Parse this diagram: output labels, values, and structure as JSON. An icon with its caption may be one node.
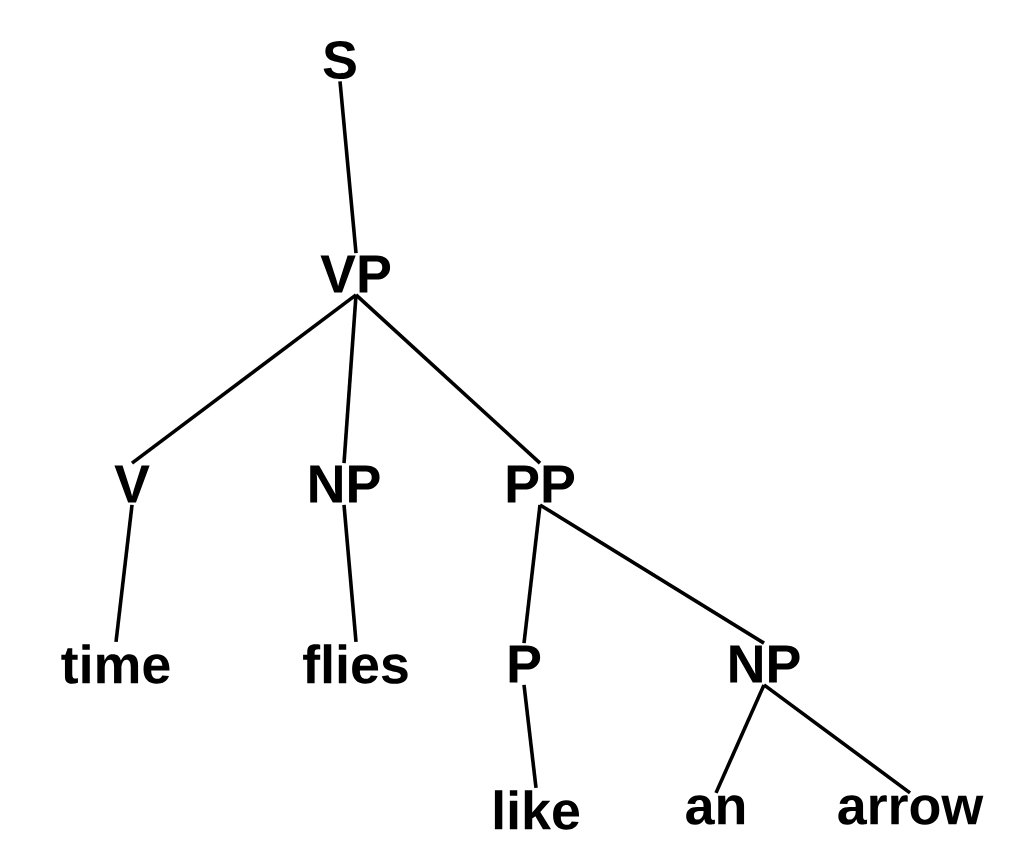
{
  "diagram": {
    "nodes": [
      {
        "text": [
          "S"
        ]
      },
      {
        "text": [
          "VP"
        ]
      },
      {
        "text": [
          "V"
        ]
      },
      {
        "text": [
          "NP"
        ]
      },
      {
        "text": [
          "PP"
        ]
      },
      {
        "text": [
          "time"
        ]
      },
      {
        "text": [
          "flies"
        ]
      },
      {
        "text": [
          "P"
        ]
      },
      {
        "text": [
          "NP"
        ]
      },
      {
        "text": [
          "like"
        ]
      },
      {
        "text": [
          "an"
        ]
      },
      {
        "text": [
          "arrow"
        ]
      }
    ],
    "edges": [
      {
        "from": 0,
        "to": 1,
        "arrow": "none"
      },
      {
        "from": 1,
        "to": 2,
        "arrow": "none"
      },
      {
        "from": 1,
        "to": 3,
        "arrow": "none"
      },
      {
        "from": 1,
        "to": 4,
        "arrow": "none"
      },
      {
        "from": 2,
        "to": 5,
        "arrow": "none"
      },
      {
        "from": 3,
        "to": 6,
        "arrow": "none"
      },
      {
        "from": 4,
        "to": 7,
        "arrow": "none"
      },
      {
        "from": 4,
        "to": 8,
        "arrow": "none"
      },
      {
        "from": 7,
        "to": 9,
        "arrow": "none"
      },
      {
        "from": 8,
        "to": 10,
        "arrow": "none"
      },
      {
        "from": 8,
        "to": 11,
        "arrow": "none"
      }
    ]
  }
}
